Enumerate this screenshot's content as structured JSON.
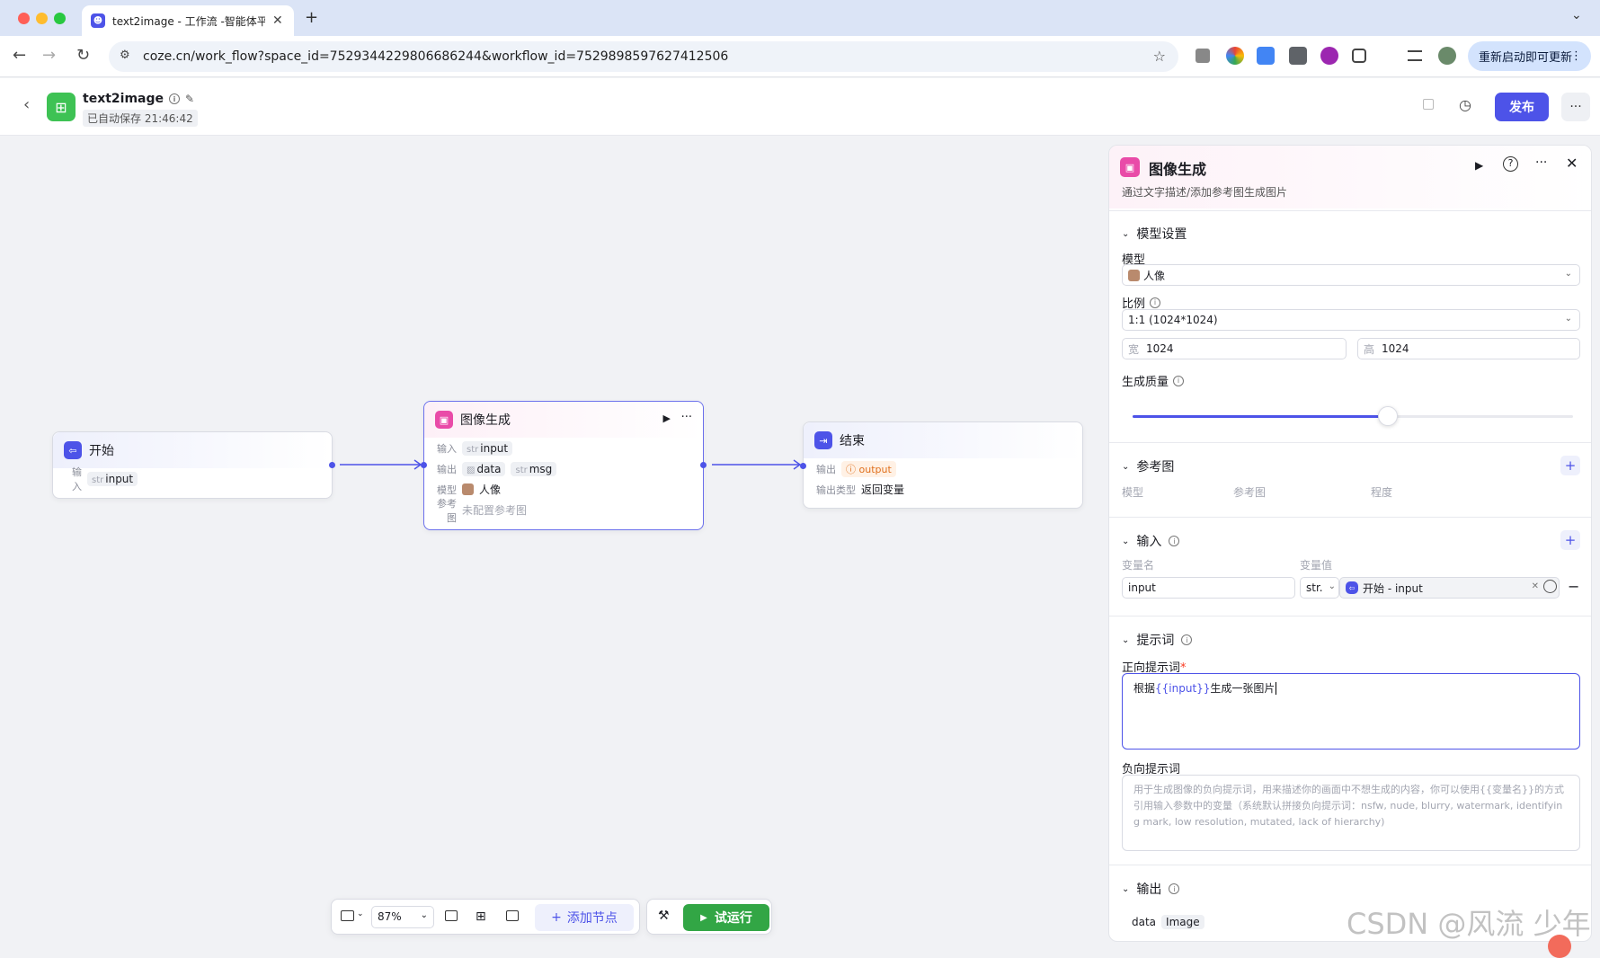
{
  "browser": {
    "tab_title": "text2image - 工作流 -智能体平",
    "url": "coze.cn/work_flow?space_id=7529344229806686244&workflow_id=7529898597627412506",
    "update_button": "重新启动即可更新"
  },
  "header": {
    "name": "text2image",
    "save_status": "已自动保存 21:46:42",
    "publish": "发布",
    "more": "···"
  },
  "nodes": {
    "start": {
      "title": "开始",
      "input_label": "输入",
      "input_type": "str",
      "input_name": "input"
    },
    "image": {
      "title": "图像生成",
      "in_label": "输入",
      "in_type": "str",
      "in_name": "input",
      "out_label": "输出",
      "out1": "data",
      "out2_type": "str",
      "out2": "msg",
      "model_label": "模型",
      "model": "人像",
      "ref_label": "参考图",
      "ref_value": "未配置参考图"
    },
    "end": {
      "title": "结束",
      "out_label": "输出",
      "out_tag": "output",
      "type_label": "输出类型",
      "type_value": "返回变量"
    }
  },
  "panel": {
    "title": "图像生成",
    "desc": "通过文字描述/添加参考图生成图片",
    "model_settings": "模型设置",
    "model_label": "模型",
    "model_value": "人像",
    "ratio_label": "比例",
    "ratio_value": "1:1 (1024*1024)",
    "width_label": "宽",
    "width_value": "1024",
    "height_label": "高",
    "height_value": "1024",
    "quality_label": "生成质量",
    "quality_level": 0.58,
    "ref_section": "参考图",
    "ref_cols": [
      "模型",
      "参考图",
      "程度"
    ],
    "input_section": "输入",
    "var_name_col": "变量名",
    "var_value_col": "变量值",
    "var_name": "input",
    "var_type": "str.",
    "var_ref": "开始 - input",
    "prompt_section": "提示词",
    "pos_label": "正向提示词",
    "pos_prefix": "根据",
    "pos_var": "{{input}}",
    "pos_suffix": "生成一张图片",
    "neg_label": "负向提示词",
    "neg_placeholder": "用于生成图像的负向提示词，用来描述你的画面中不想生成的内容，你可以使用{{变量名}}的方式引用输入参数中的变量（系统默认拼接负向提示词：nsfw, nude, blurry, watermark, identifying mark, low resolution, mutated, lack of hierarchy)",
    "output_section": "输出",
    "out_name": "data",
    "out_type": "Image"
  },
  "bottom": {
    "zoom": "87%",
    "add_node": "添加节点",
    "run": "试运行"
  },
  "watermark": "CSDN @风流 少年"
}
